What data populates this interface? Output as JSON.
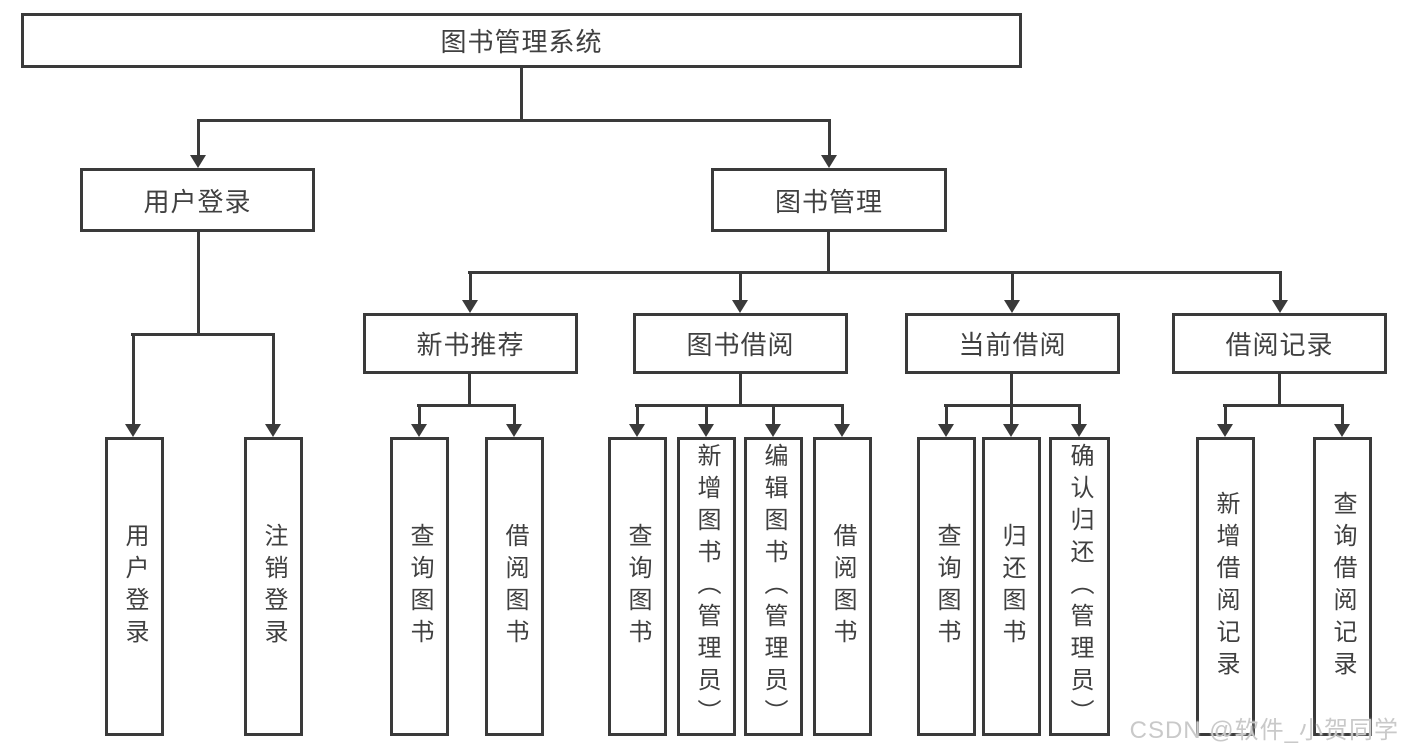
{
  "tree": {
    "root": {
      "label": "图书管理系统"
    },
    "children": [
      {
        "label": "用户登录",
        "children": [
          {
            "label": "用户登录"
          },
          {
            "label": "注销登录"
          }
        ]
      },
      {
        "label": "图书管理",
        "children": [
          {
            "label": "新书推荐",
            "children": [
              {
                "label": "查询图书"
              },
              {
                "label": "借阅图书"
              }
            ]
          },
          {
            "label": "图书借阅",
            "children": [
              {
                "label": "查询图书"
              },
              {
                "label": "新增图书（管理员）"
              },
              {
                "label": "编辑图书（管理员）"
              },
              {
                "label": "借阅图书"
              }
            ]
          },
          {
            "label": "当前借阅",
            "children": [
              {
                "label": "查询图书"
              },
              {
                "label": "归还图书"
              },
              {
                "label": "确认归还（管理员）"
              }
            ]
          },
          {
            "label": "借阅记录",
            "children": [
              {
                "label": "新增借阅记录"
              },
              {
                "label": "查询借阅记录"
              }
            ]
          }
        ]
      }
    ]
  },
  "watermark": {
    "text": "CSDN @软件_小贺同学"
  },
  "colors": {
    "line": "#3a3a3a",
    "text": "#404040",
    "bg": "#ffffff",
    "watermark": "#c9c9c9"
  }
}
